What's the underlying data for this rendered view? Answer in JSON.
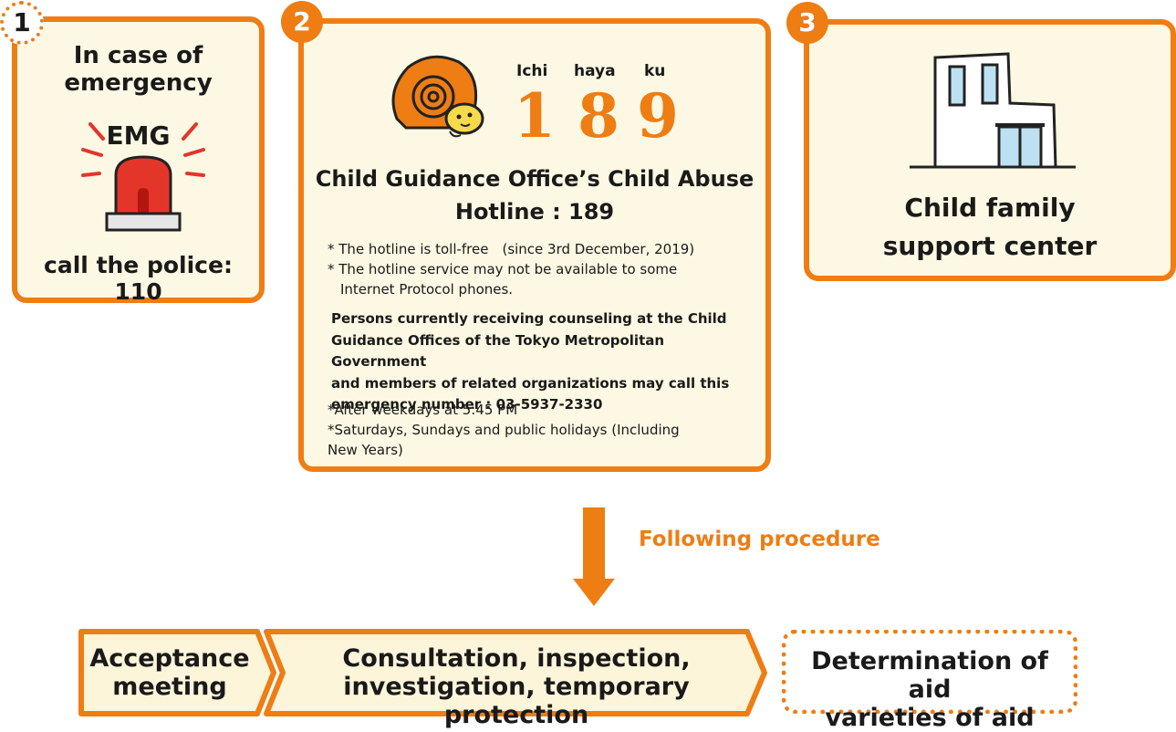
{
  "colors": {
    "accent": "#ee7d14",
    "card_bg": "#fdf8e3",
    "flow_bg": "#fdf5da"
  },
  "card1": {
    "badge": "1",
    "title_line1": "In case of",
    "title_line2": "emergency",
    "emg_label": "EMG",
    "police": "call the police: 110",
    "icon": "siren-icon"
  },
  "card2": {
    "badge": "2",
    "reading": [
      "Ichi",
      "haya",
      "ku"
    ],
    "digits": [
      "1",
      "8",
      "9"
    ],
    "title_line1": "Child Guidance Office’s Child Abuse",
    "title_line2": "Hotline : 189",
    "note1": "* The hotline is toll-free　(since 3rd December, 2019)",
    "note2_line1": "* The hotline service may not be available to some",
    "note2_line2": "Internet Protocol phones.",
    "persons_line1": "Persons currently receiving counseling at the Child",
    "persons_line2": "Guidance Offices of the Tokyo Metropolitan Government",
    "persons_line3": "and members of related organizations may call this",
    "persons_line4_prefix": "emergency number : ",
    "persons_line4_number": "03-5937-2330",
    "after1": "*After weekdays at 5:45 PM",
    "after2_line1": "*Saturdays, Sundays and public holidays (Including",
    "after2_line2": "New Years)",
    "icon": "snail-mascot-icon"
  },
  "card3": {
    "badge": "3",
    "title_line1": "Child family",
    "title_line2": "support center",
    "icon": "building-icon"
  },
  "procedure": {
    "label": "Following procedure",
    "icon": "down-arrow-icon"
  },
  "flow": {
    "step1_line1": "Acceptance",
    "step1_line2": "meeting",
    "step2_line1": "Consultation, inspection,",
    "step2_line2": "investigation, temporary protection",
    "step3_line1": "Determination of aid",
    "step3_line2": "varieties of aid"
  }
}
